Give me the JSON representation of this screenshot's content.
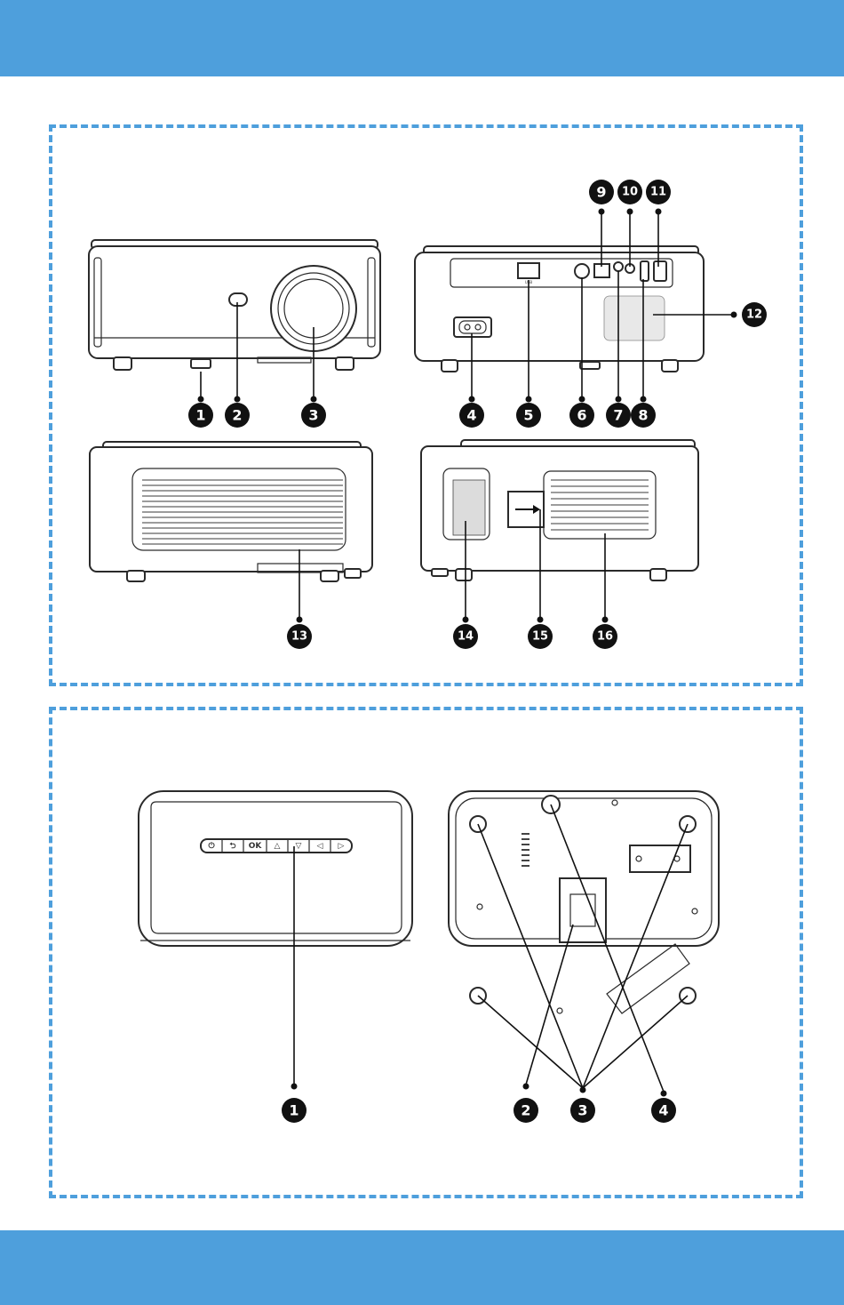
{
  "colors": {
    "band": "#4e9fdc",
    "dash": "#4e9fdc",
    "callout": "#111111"
  },
  "views": {
    "front": {
      "callouts": [
        "1",
        "2",
        "3"
      ]
    },
    "rear": {
      "callouts": [
        "4",
        "5",
        "6",
        "7",
        "8",
        "9",
        "10",
        "11",
        "12"
      ]
    },
    "side_left": {
      "callouts": [
        "13"
      ]
    },
    "side_right": {
      "callouts": [
        "14",
        "15",
        "16"
      ]
    },
    "top": {
      "callouts": [
        "1"
      ],
      "buttons": [
        "⏻",
        "⮌",
        "OK",
        "△",
        "▽",
        "◁",
        "▷"
      ]
    },
    "bottom": {
      "callouts": [
        "2",
        "3",
        "4"
      ]
    }
  }
}
